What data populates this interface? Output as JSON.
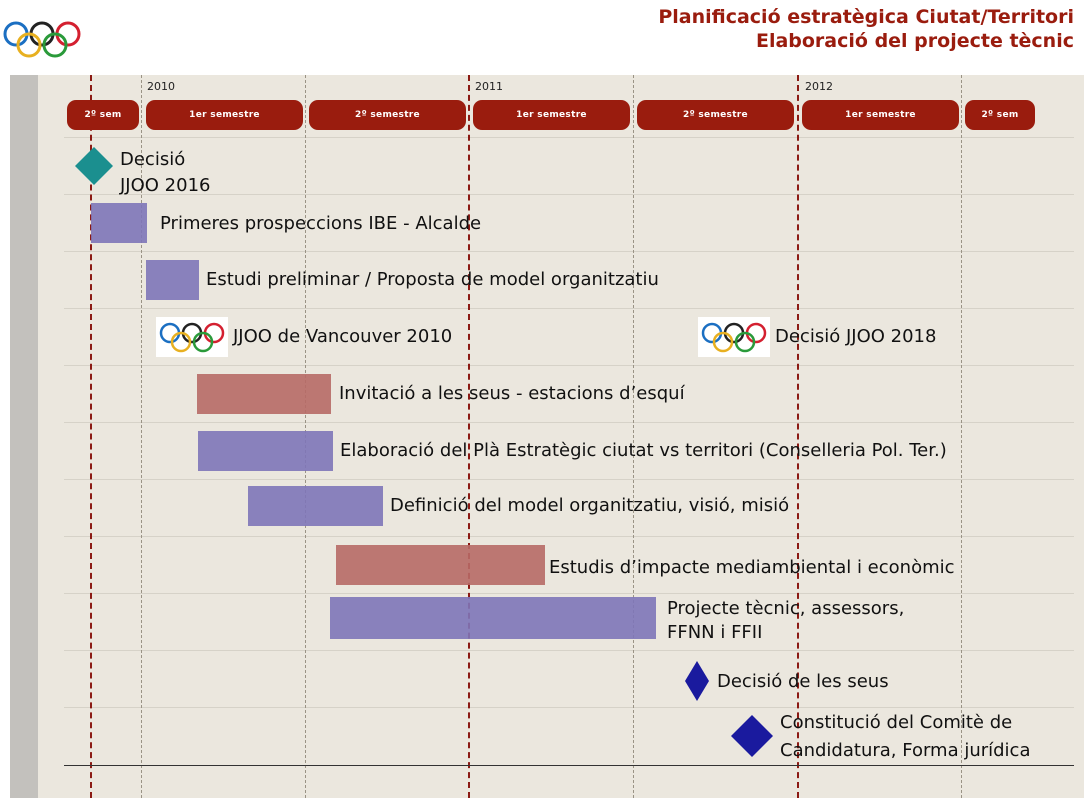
{
  "title": {
    "line1": "Planificació estratègica Ciutat/Territori",
    "line2": "Elaboració del projecte tècnic"
  },
  "years": [
    "2010",
    "2011",
    "2012"
  ],
  "semesters": [
    "2º sem",
    "1er semestre",
    "2º semestre",
    "1er semestre",
    "2º semestre",
    "1er semestre",
    "2º sem"
  ],
  "tasks": {
    "decisio_2016": {
      "line1": "Decisió",
      "line2": "JJOO 2016"
    },
    "prospeccions": "Primeres prospeccions IBE - Alcalde",
    "estudi_preliminar": "Estudi preliminar / Proposta de model organitzatiu",
    "vancouver": "JJOO de Vancouver 2010",
    "decisio_2018": "Decisió JJOO 2018",
    "invitacio": "Invitació a les seus - estacions d’esquí",
    "pla_estrategic": "Elaboració del Plà Estratègic ciutat vs territori (Conselleria Pol. Ter.)",
    "model_organitzatiu": "Definició del model organitzatiu, visió, misió",
    "estudis_impacte": "Estudis d’impacte mediambiental i econòmic",
    "projecte_tecnic": {
      "line1": "Projecte tècnic, assessors,",
      "line2": "FFNN i FFII"
    },
    "decisio_seus": "Decisió de les seus",
    "constitucio": {
      "line1": "Constitució del Comitè de",
      "line2": "Candidatura, Forma jurídica"
    }
  },
  "colors": {
    "title": "#9a1c0e",
    "pill": "#9a1c0e",
    "bar_blue": "#7e76b8",
    "bar_red": "#b76a66",
    "milestone_teal": "#1b8f8f",
    "milestone_navy": "#1a1a9e",
    "panel": "#ebe7de",
    "year_divider": "#8b1a14"
  },
  "icons": [
    "olympic-rings-icon",
    "diamond-milestone-icon"
  ]
}
